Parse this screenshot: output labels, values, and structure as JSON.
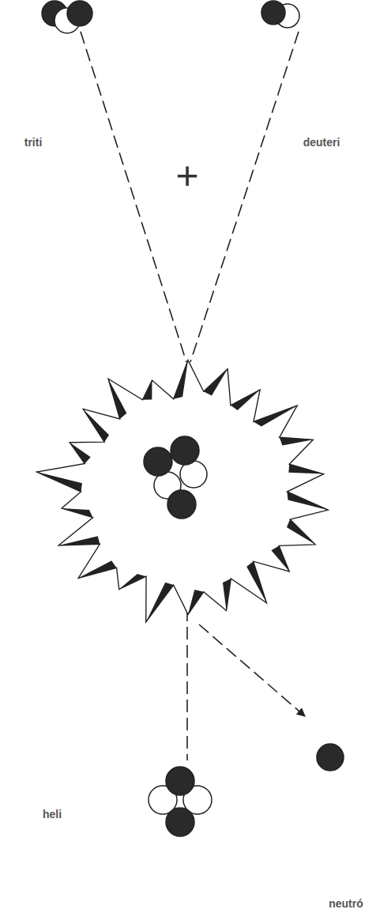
{
  "diagram": {
    "labels": [
      "triti",
      "deuteri",
      "+",
      "heli",
      "neutró"
    ]
  }
}
